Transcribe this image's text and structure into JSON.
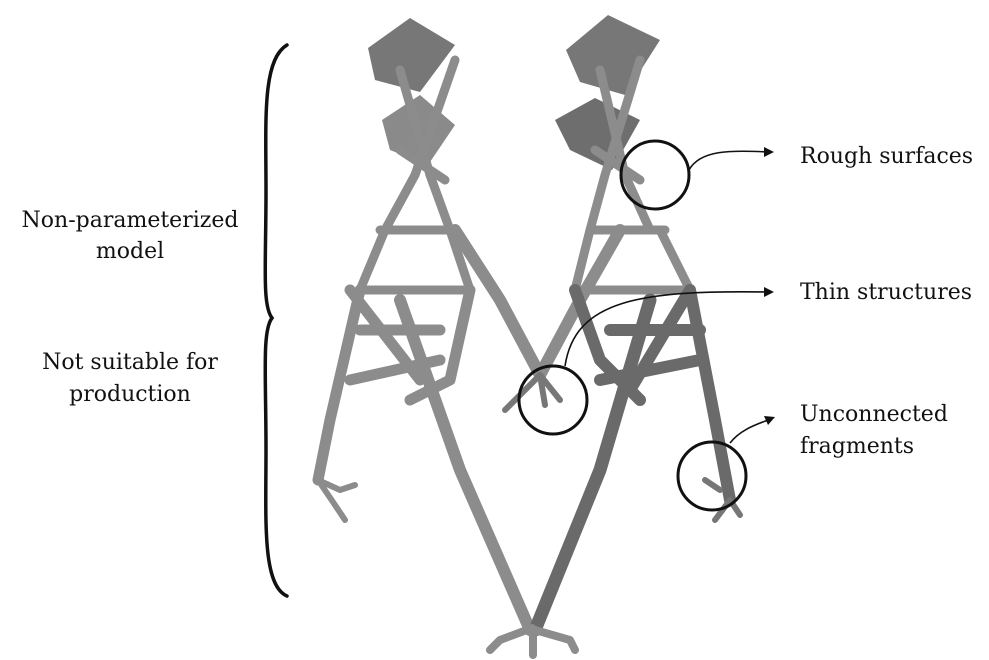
{
  "left_labels": {
    "model_line1": "Non-parameterized",
    "model_line2": "model",
    "prod_line1": "Not suitable for",
    "prod_line2": "production"
  },
  "callouts": {
    "rough": "Rough surfaces",
    "thin": "Thin structures",
    "unconnected_line1": "Unconnected",
    "unconnected_line2": "fragments"
  },
  "colors": {
    "structure": "#8c8c8c",
    "structure_dark": "#6a6a6a",
    "ink": "#111111"
  }
}
